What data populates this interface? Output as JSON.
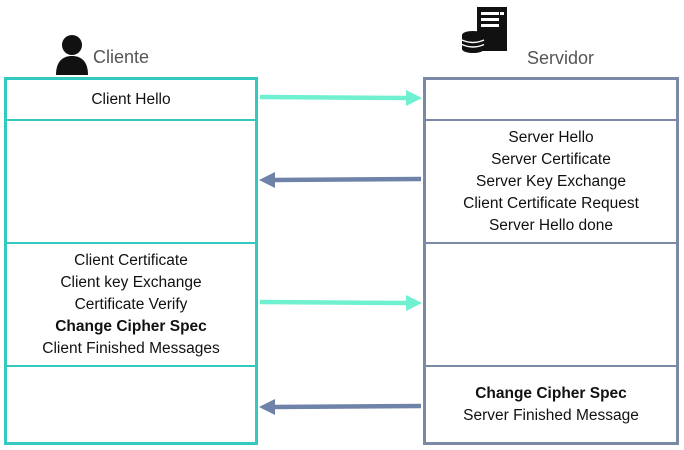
{
  "client": {
    "label": "Cliente",
    "icon": "person-icon",
    "messages": {
      "hello": "Client Hello",
      "certificate": "Client Certificate",
      "key_exchange": "Client key Exchange",
      "cert_verify": "Certificate Verify",
      "change_cipher": "Change Cipher Spec",
      "finished": "Client Finished Messages"
    }
  },
  "server": {
    "label": "Servidor",
    "icon": "server-icon",
    "messages": {
      "hello": "Server Hello",
      "certificate": "Server Certificate",
      "key_exchange": "Server Key Exchange",
      "cert_request": "Client Certificate Request",
      "hello_done": "Server Hello done",
      "change_cipher": "Change Cipher Spec",
      "finished": "Server Finished Message"
    }
  },
  "colors": {
    "client_border": "#33c9c0",
    "server_border": "#7a8aa6",
    "client_arrow": "#6ff0d0",
    "server_arrow": "#6f82a8"
  }
}
